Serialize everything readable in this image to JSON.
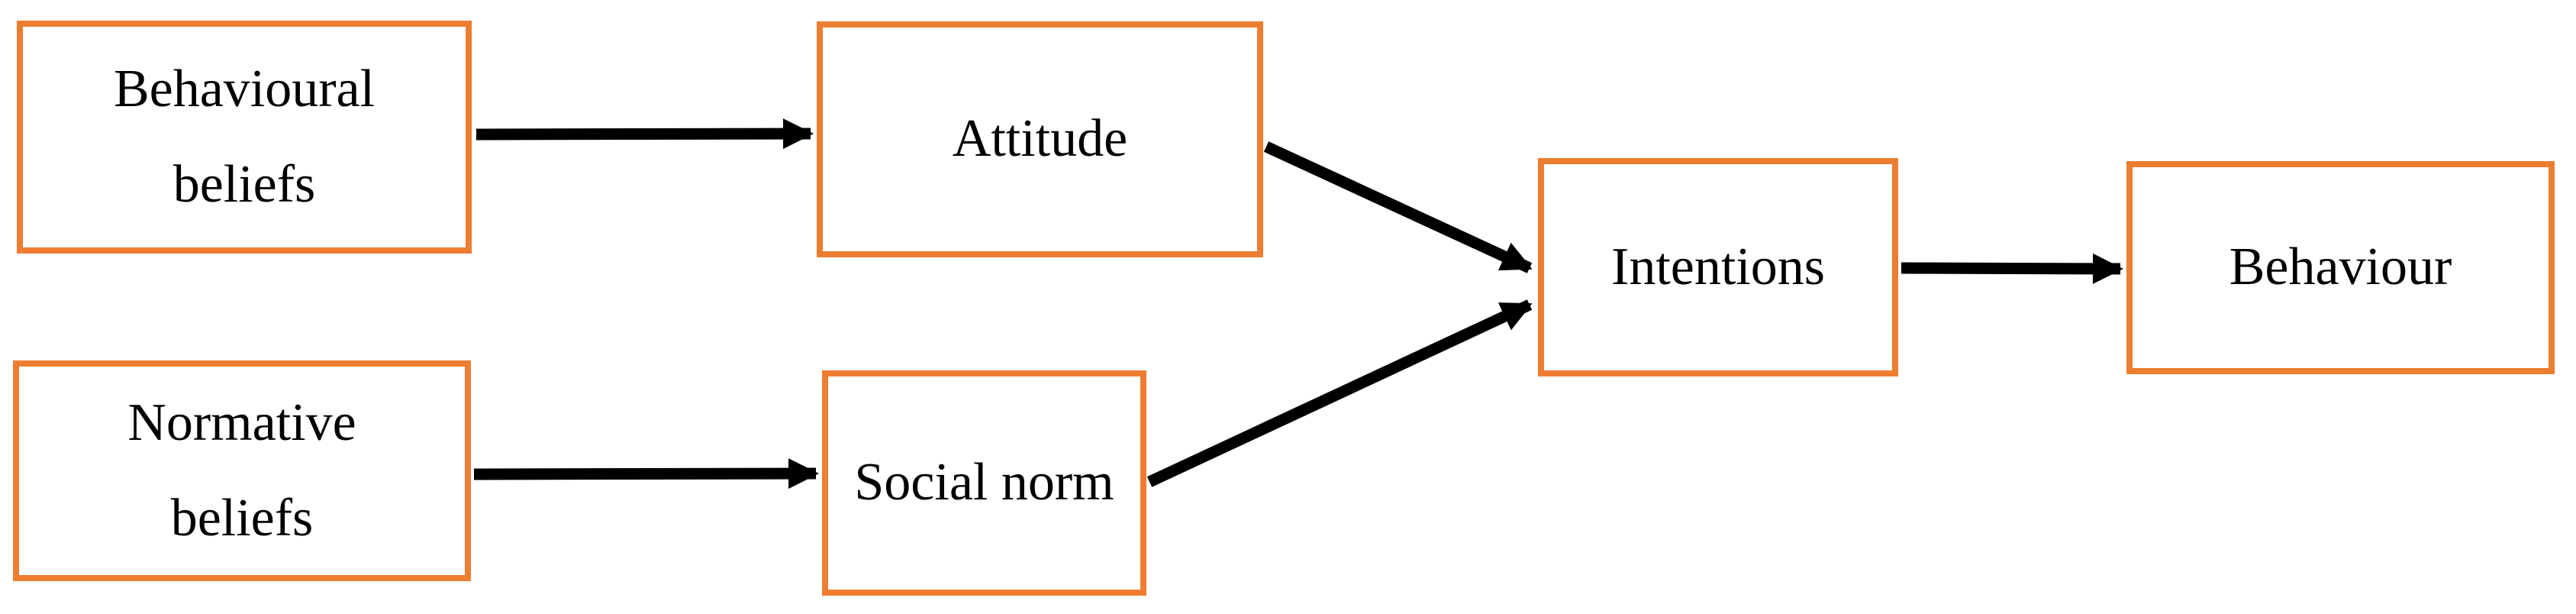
{
  "diagram": {
    "type": "flowchart",
    "nodes": {
      "behavioural_beliefs": {
        "label": "Behavioural beliefs",
        "line1": "Behavioural",
        "line2": "beliefs"
      },
      "attitude": {
        "label": "Attitude"
      },
      "normative_beliefs": {
        "label": "Normative beliefs",
        "line1": "Normative",
        "line2": "beliefs"
      },
      "social_norm": {
        "label": "Social norm"
      },
      "intentions": {
        "label": "Intentions"
      },
      "behaviour": {
        "label": "Behaviour"
      }
    },
    "edges": [
      {
        "from": "Behavioural beliefs",
        "to": "Attitude"
      },
      {
        "from": "Normative beliefs",
        "to": "Social norm"
      },
      {
        "from": "Attitude",
        "to": "Intentions"
      },
      {
        "from": "Social norm",
        "to": "Intentions"
      },
      {
        "from": "Intentions",
        "to": "Behaviour"
      }
    ]
  },
  "colors": {
    "box_border": "#ED7D31",
    "arrow": "#000000",
    "text": "#000000",
    "background": "#FFFFFF"
  }
}
